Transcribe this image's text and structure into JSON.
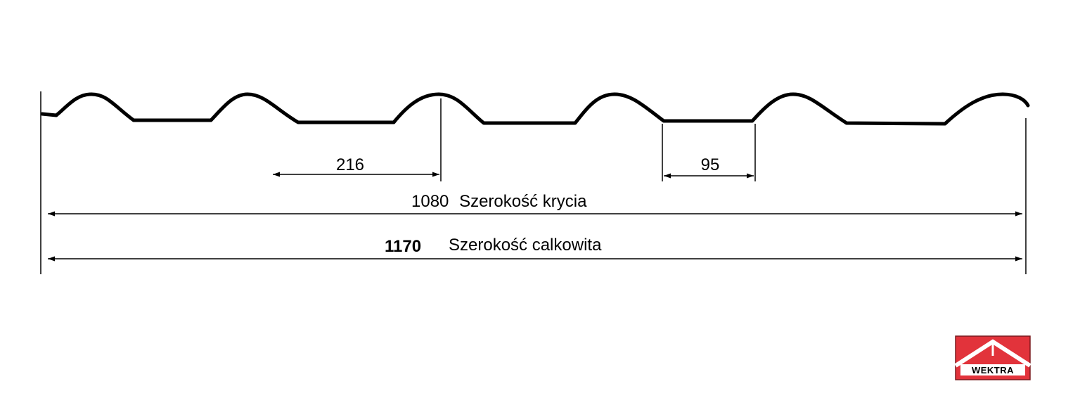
{
  "diagram": {
    "dimensions": {
      "pitch": {
        "value": "216"
      },
      "valley": {
        "value": "95"
      },
      "covering": {
        "value": "1080",
        "label": "Szerokość krycia"
      },
      "total": {
        "value": "1170",
        "label": "Szerokość calkowita"
      }
    },
    "logo": {
      "text": "WEKTRA"
    },
    "colors": {
      "line": "#000000",
      "logo_red": "#e2333b",
      "logo_stripe": "#ffffff"
    }
  }
}
